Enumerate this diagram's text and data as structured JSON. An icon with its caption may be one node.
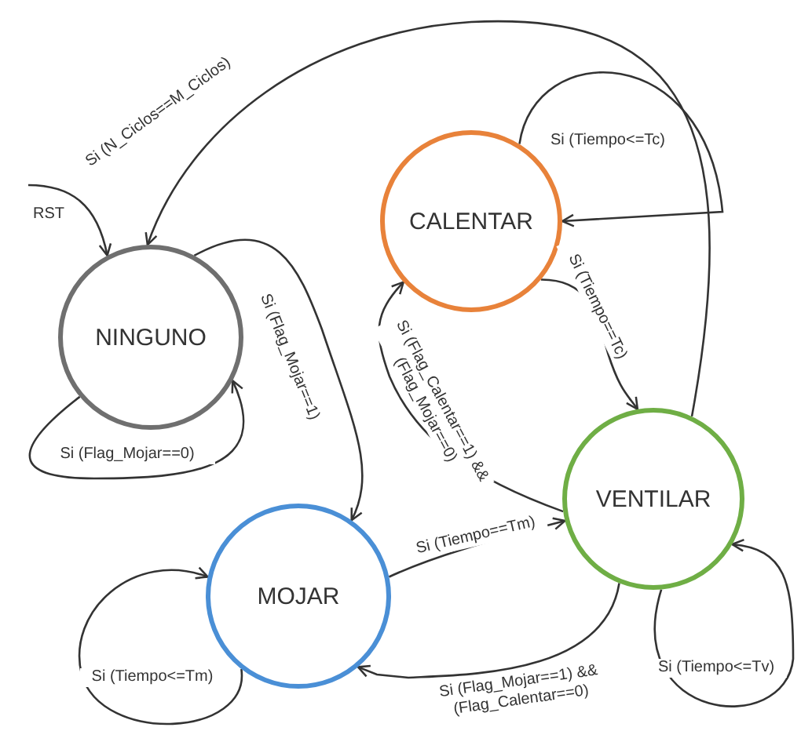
{
  "diagram": {
    "nodes": [
      {
        "text": [
          "NINGUNO"
        ]
      },
      {
        "text": [
          "CALENTAR"
        ]
      },
      {
        "text": [
          "MOJAR"
        ]
      },
      {
        "text": [
          "VENTILAR"
        ]
      }
    ],
    "edges": [
      {
        "from": null,
        "to": 0,
        "arrow": "to",
        "label": "RST"
      },
      {
        "from": 3,
        "to": 0,
        "arrow": "to",
        "label": "Si (N_Ciclos==M_Ciclos)"
      },
      {
        "from": 0,
        "to": 0,
        "arrow": "to",
        "label": "Si (Flag_Mojar==0)"
      },
      {
        "from": 0,
        "to": 2,
        "arrow": "to",
        "label": "Si (Flag_Mojar==1)"
      },
      {
        "from": 1,
        "to": 1,
        "arrow": "to",
        "label": "Si (Tiempo<=Tc)"
      },
      {
        "from": 1,
        "to": 3,
        "arrow": "to",
        "label": "Si (Tiempo==Tc)"
      },
      {
        "from": 3,
        "to": 1,
        "arrow": "to",
        "label": "Si (Flag_Calentar==1) &&(Flag_Mojar==0)"
      },
      {
        "from": 2,
        "to": 3,
        "arrow": "to",
        "label": "Si (Tiempo==Tm)"
      },
      {
        "from": 3,
        "to": 2,
        "arrow": "to",
        "label": "Si (Flag_Mojar==1) &&(Flag_Calentar==0)"
      },
      {
        "from": 2,
        "to": 2,
        "arrow": "to",
        "label": "Si (Tiempo<=Tm)"
      },
      {
        "from": 3,
        "to": 3,
        "arrow": "to",
        "label": "Si (Tiempo<=Tv)"
      }
    ]
  }
}
